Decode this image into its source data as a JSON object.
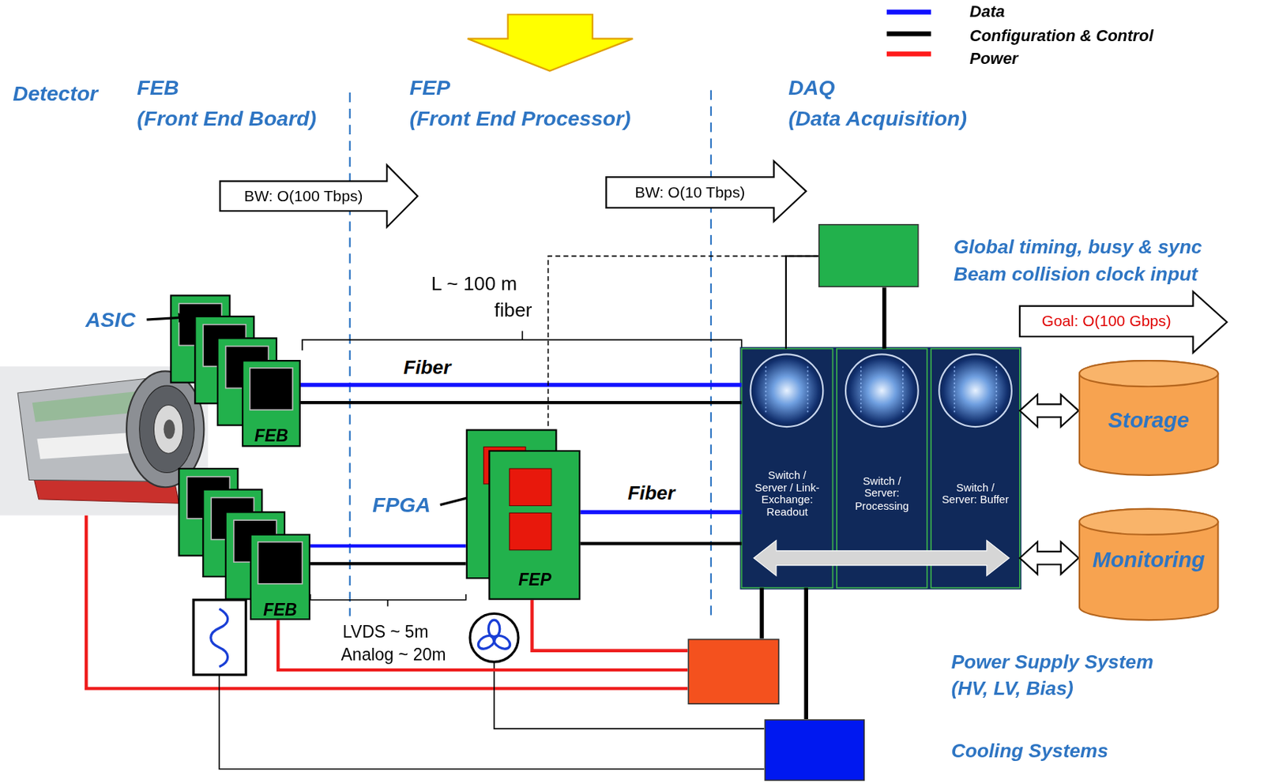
{
  "diagram": {
    "nodes": [
      {
        "text": [
          "BW: O(100 Tbps)"
        ]
      },
      {
        "text": [
          "BW: O(10 Tbps)"
        ]
      },
      {
        "text": [
          "Global timing, busy & sync",
          "Beam collision clock input"
        ]
      },
      {
        "text": [
          "Goal: O(100 Gbps)"
        ]
      },
      {
        "text": [
          "FEB"
        ]
      },
      {
        "text": [
          "Switch / Server / Link-Exchange: Readout"
        ]
      },
      {
        "text": [
          "Switch / Server: Processing"
        ]
      },
      {
        "text": [
          "Switch / Server: Buffer"
        ]
      },
      {
        "text": [
          "Storage"
        ]
      },
      {
        "text": [
          "FEP"
        ]
      },
      {
        "text": [
          "Monitoring"
        ]
      },
      {
        "text": [
          "FEB"
        ]
      },
      {
        "text": [
          "Power Supply System",
          "(HV, LV, Bias)"
        ]
      },
      {
        "text": [
          "Cooling Systems"
        ]
      }
    ],
    "edges": [
      {
        "from": 4,
        "to": 5,
        "label": "Fiber",
        "arrow": "none"
      },
      {
        "from": 4,
        "to": 5,
        "arrow": "none"
      },
      {
        "from": 11,
        "to": 9,
        "arrow": "none"
      },
      {
        "from": 11,
        "to": 9,
        "arrow": "none"
      },
      {
        "from": 9,
        "to": 5,
        "label": "Fiber",
        "arrow": "none"
      },
      {
        "from": 9,
        "to": 5,
        "arrow": "none"
      },
      {
        "from": 2,
        "to": 5,
        "arrow": "none"
      },
      {
        "from": 2,
        "to": 6,
        "arrow": "none"
      },
      {
        "from": 2,
        "to": 9,
        "arrow": "none"
      },
      {
        "from": 7,
        "to": 8,
        "arrow": "both"
      },
      {
        "from": 7,
        "to": 10,
        "arrow": "both"
      },
      {
        "from": 12,
        "to": 9,
        "arrow": "none"
      },
      {
        "from": 12,
        "to": 11,
        "arrow": "none"
      },
      {
        "from": 5,
        "to": 12,
        "arrow": "none"
      },
      {
        "from": 5,
        "to": 13,
        "arrow": "none"
      }
    ],
    "labels": [
      "Detector",
      "FEB",
      "(Front End Board)",
      "FEP",
      "(Front End Processor)",
      "DAQ",
      "(Data Acquisition)",
      "L ~ 100 m",
      "fiber",
      "ASIC",
      "FPGA",
      "LVDS ~ 5m",
      "Analog ~ 20m"
    ],
    "legend": [
      {
        "text": "Data",
        "color": "#1010ff"
      },
      {
        "text": "Configuration & Control",
        "color": "#000000"
      },
      {
        "text": "Power",
        "color": "#ff1a1a"
      }
    ]
  }
}
